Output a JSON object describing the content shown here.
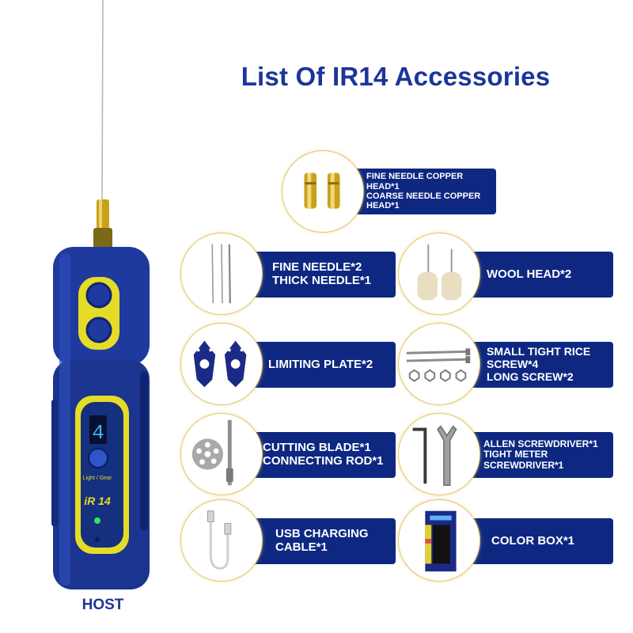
{
  "title": "List Of IR14 Accessories",
  "host": {
    "label": "HOST",
    "display_digit": "4",
    "button_label": "Light / Gear",
    "model": "iR 14"
  },
  "accessories": [
    {
      "lines": [
        "FINE NEEDLE COPPER",
        "HEAD*1",
        "COARSE NEEDLE COPPER",
        "HEAD*1"
      ],
      "icon": "copper-heads-icon"
    },
    {
      "lines": [
        "FINE NEEDLE*2",
        "THICK NEEDLE*1"
      ],
      "icon": "needles-icon"
    },
    {
      "lines": [
        "WOOL HEAD*2"
      ],
      "icon": "wool-head-icon"
    },
    {
      "lines": [
        "LIMITING PLATE*2"
      ],
      "icon": "limiting-plate-icon"
    },
    {
      "lines": [
        "SMALL TIGHT RICE",
        "SCREW*4",
        "LONG SCREW*2"
      ],
      "icon": "screws-icon"
    },
    {
      "lines": [
        "CUTTING BLADE*1",
        "CONNECTING ROD*1"
      ],
      "icon": "cutting-blade-icon"
    },
    {
      "lines": [
        "ALLEN SCREWDRIVER*1",
        "TIGHT METER",
        "SCREWDRIVER*1"
      ],
      "icon": "screwdriver-icon"
    },
    {
      "lines": [
        "USB CHARGING",
        "CABLE*1"
      ],
      "icon": "usb-cable-icon"
    },
    {
      "lines": [
        "COLOR BOX*1"
      ],
      "icon": "color-box-icon"
    }
  ],
  "colors": {
    "brand_blue": "#1d3598",
    "bar_navy": "#0e2882",
    "accent_yellow": "#e5dc28",
    "ring_gold": "#e1c870"
  }
}
